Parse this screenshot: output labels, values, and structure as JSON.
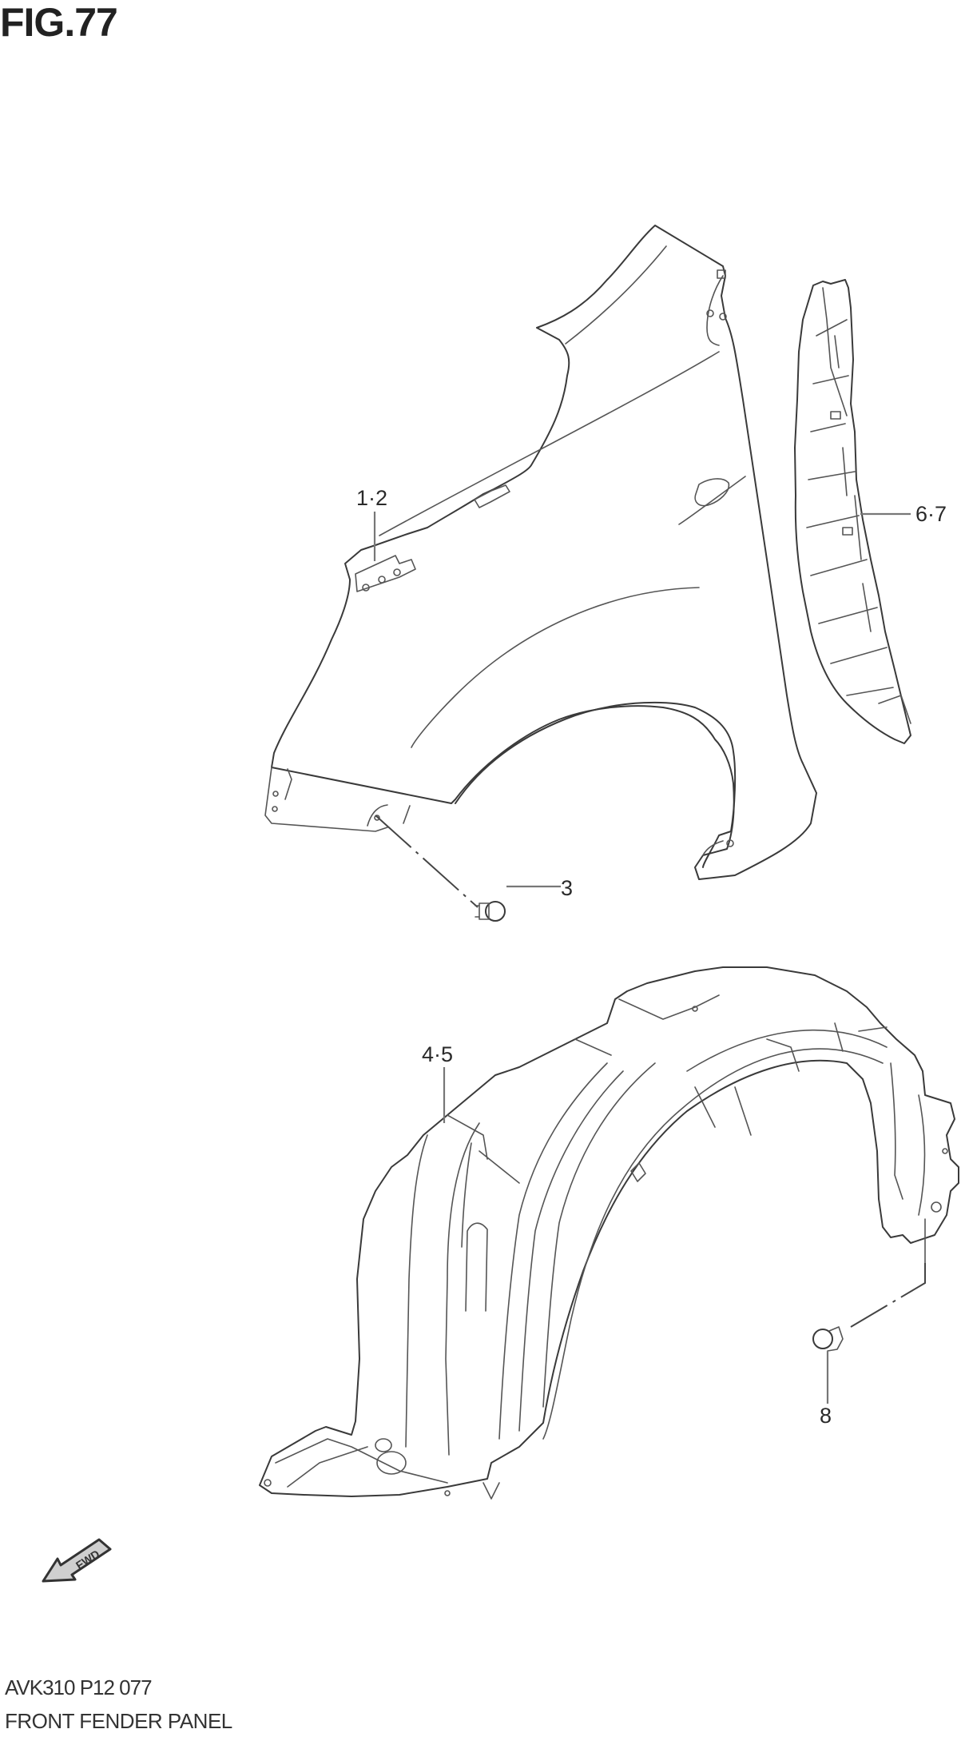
{
  "figure": {
    "title": "FIG.77",
    "code": "AVK310 P12 077",
    "name": "FRONT FENDER PANEL"
  },
  "callouts": [
    {
      "id": "1-2",
      "label": "1·2",
      "part": "front fender"
    },
    {
      "id": "3",
      "label": "3",
      "part": "fender bolt"
    },
    {
      "id": "4-5",
      "label": "4·5",
      "part": "fender liner"
    },
    {
      "id": "6-7",
      "label": "6·7",
      "part": "fender bracket"
    },
    {
      "id": "8",
      "label": "8",
      "part": "liner clip screw"
    }
  ],
  "direction_indicator": {
    "label": "FWD",
    "icon": "arrow-lower-left-icon"
  },
  "colors": {
    "line": "#3a3a3a",
    "leader": "#777777",
    "text": "#2a2a2a",
    "background": "#ffffff"
  }
}
